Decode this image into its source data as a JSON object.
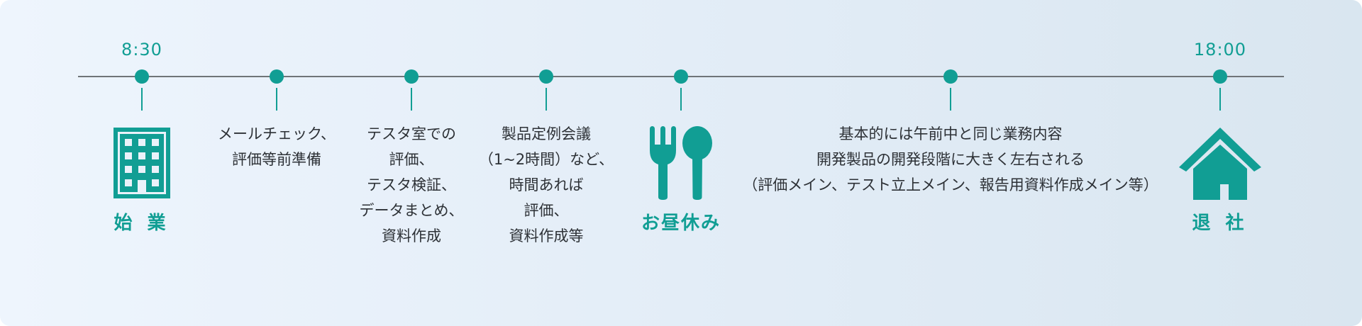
{
  "timeline": {
    "start_time": "8:30",
    "end_time": "18:00",
    "start_label": "始 業",
    "lunch_label": "お昼休み",
    "end_label": "退 社",
    "segments": [
      {
        "lines": [
          "メールチェック、",
          "評価等前準備"
        ]
      },
      {
        "lines": [
          "テスタ室での",
          "評価、",
          "テスタ検証、",
          "データまとめ、",
          "資料作成"
        ]
      },
      {
        "lines": [
          "製品定例会議",
          "（1~2時間）など、",
          "時間あれば",
          "評価、",
          "資料作成等"
        ]
      },
      {
        "lines": [
          "基本的には午前中と同じ業務内容",
          "開発製品の開発段階に大きく左右される",
          "（評価メイン、テスト立上メイン、報告用資料作成メイン等）"
        ]
      }
    ]
  },
  "icons": {
    "start": "building-icon",
    "lunch": "fork-spoon-icon",
    "end": "house-icon"
  },
  "colors": {
    "accent": "#119e94",
    "line": "#6f7478",
    "text": "#2d3136",
    "background_start": "#eef5fd",
    "background_end": "#d9e6f0"
  }
}
